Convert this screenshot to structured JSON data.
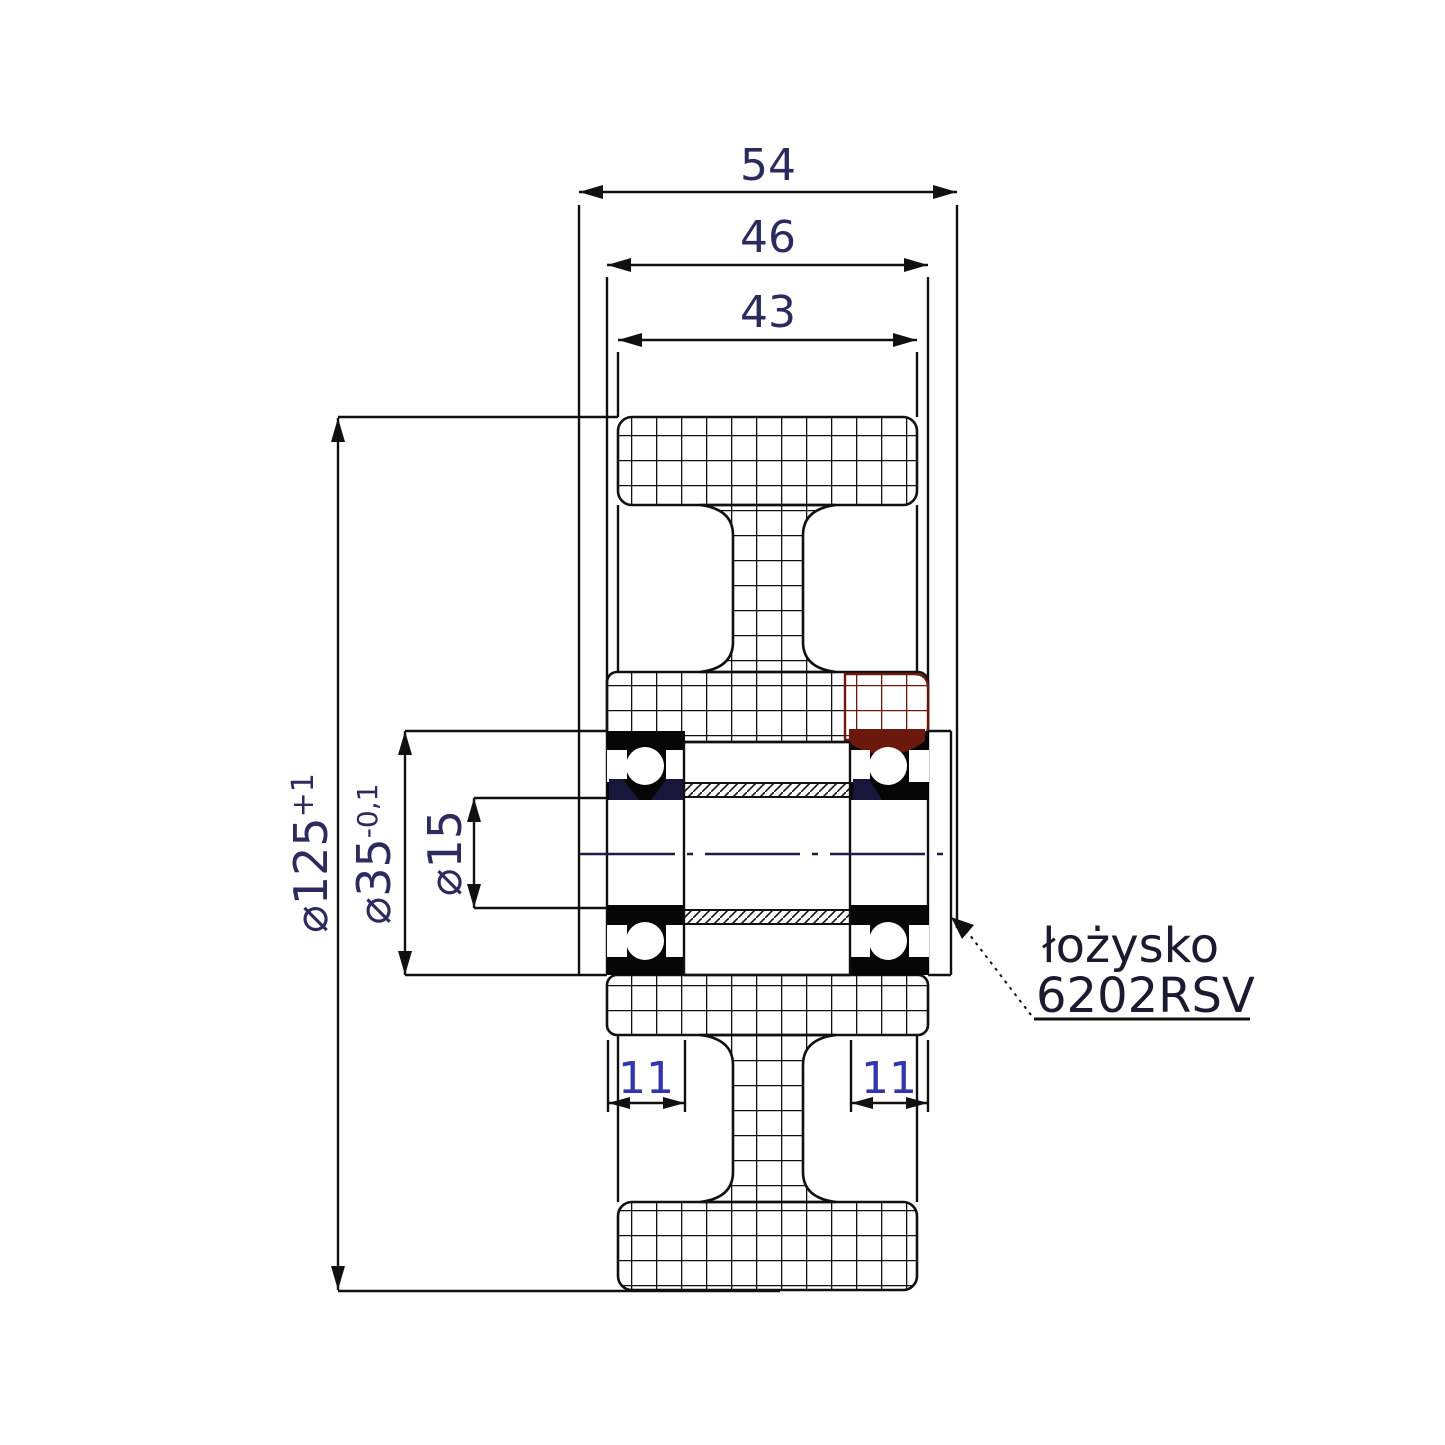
{
  "dimensions": {
    "overall_width": "54",
    "hub_width": "46",
    "tread_width": "43",
    "wheel_diameter": "⌀125",
    "wheel_diameter_tolerance": "+1",
    "bearing_seat_diameter": "⌀35",
    "bearing_seat_tolerance": "-0,1",
    "bore_diameter": "⌀15",
    "bearing_width_left": "11",
    "bearing_width_right": "11"
  },
  "callout": {
    "line1": "łożysko",
    "line2": "6202RSV"
  },
  "colors": {
    "line": "#101010",
    "dim_text": "#2b2b5e",
    "dim_text_blue": "#3434ad",
    "callout_text": "#1b1b30",
    "accent_maroon": "#6b190d",
    "accent_navy": "#17173c",
    "bearing_black": "#060606",
    "centerline_navy": "#1d1d45",
    "background": "#ffffff"
  }
}
